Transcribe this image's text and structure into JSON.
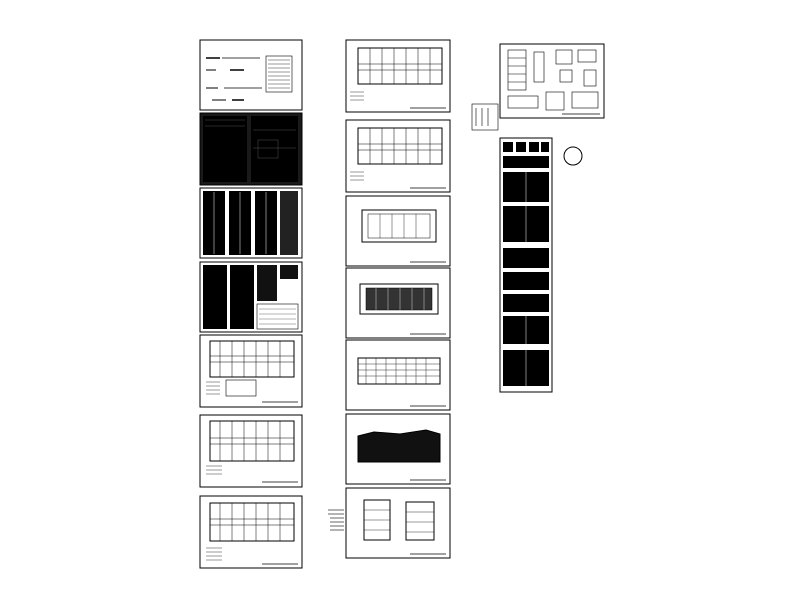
{
  "drawing": {
    "layout": "cad-drawing-set-thumbnail",
    "ink_color": "#000000",
    "paper_color": "#ffffff",
    "columns": [
      {
        "name": "left-column",
        "sheets": [
          {
            "kind": "cover"
          },
          {
            "kind": "design-notes-dense"
          },
          {
            "kind": "schedule-tables"
          },
          {
            "kind": "schedule-tables-mixed"
          },
          {
            "kind": "floor-plan"
          },
          {
            "kind": "floor-plan"
          },
          {
            "kind": "floor-plan"
          }
        ]
      },
      {
        "name": "middle-column",
        "sheets": [
          {
            "kind": "floor-plan"
          },
          {
            "kind": "floor-plan"
          },
          {
            "kind": "roof-plan"
          },
          {
            "kind": "roof-plan"
          },
          {
            "kind": "elevation"
          },
          {
            "kind": "elevation-dense"
          },
          {
            "kind": "section"
          }
        ]
      },
      {
        "name": "right-column",
        "sheets": [
          {
            "kind": "detail-sheet"
          },
          {
            "kind": "stair-details"
          }
        ]
      }
    ],
    "markers": [
      {
        "kind": "circle-marker"
      }
    ]
  }
}
